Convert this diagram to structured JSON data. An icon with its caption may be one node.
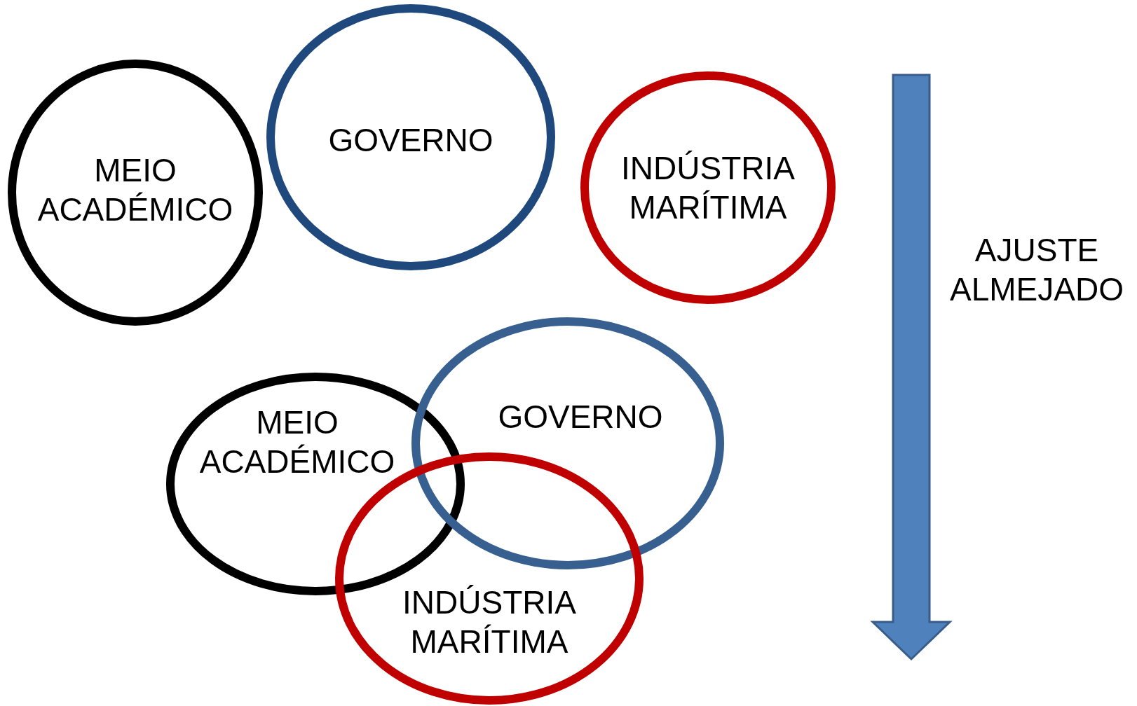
{
  "diagram": {
    "nodes": [
      {
        "text": [
          "MEIO ACADÉMICO"
        ]
      },
      {
        "text": [
          "GOVERNO"
        ]
      },
      {
        "text": [
          "INDÚSTRIA MARÍTIMA"
        ]
      },
      {
        "text": [
          "MEIO ACADÉMICO"
        ]
      },
      {
        "text": [
          "GOVERNO"
        ]
      },
      {
        "text": [
          "INDÚSTRIA MARÍTIMA"
        ]
      }
    ],
    "edges": [],
    "labels": [
      "AJUSTE ALMEJADO"
    ]
  }
}
